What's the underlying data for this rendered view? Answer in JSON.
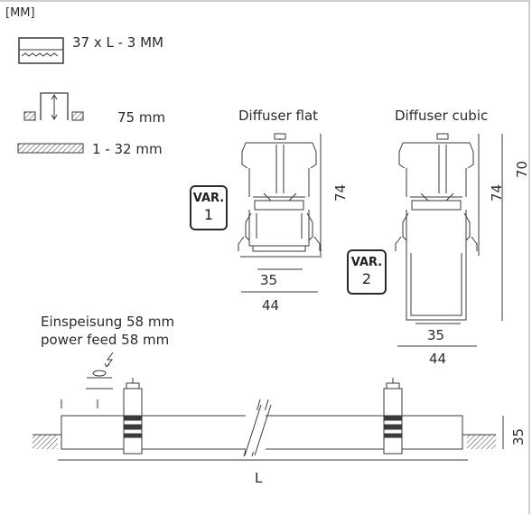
{
  "unit_label": "[MM]",
  "cutout": {
    "text": "37 x L - 3 MM"
  },
  "ceiling_depth": {
    "text": "75 mm"
  },
  "ceiling_thickness": {
    "text": "1 - 32 mm"
  },
  "variant1": {
    "title": "Diffuser flat",
    "badge_top": "VAR.",
    "badge_num": "1",
    "height": "74",
    "width_inner": "35",
    "width_outer": "44"
  },
  "variant2": {
    "title": "Diffuser cubic",
    "badge_top": "VAR.",
    "badge_num": "2",
    "height_inner": "74",
    "height_total": "70",
    "width_inner": "35",
    "width_outer": "44"
  },
  "power_feed": {
    "line_de": "Einspeisung 58 mm",
    "line_en": "power feed 58 mm"
  },
  "side_view": {
    "length_label": "L",
    "height": "35"
  },
  "colors": {
    "line": "#3a3a3a",
    "frame": "#cfcfcf"
  }
}
